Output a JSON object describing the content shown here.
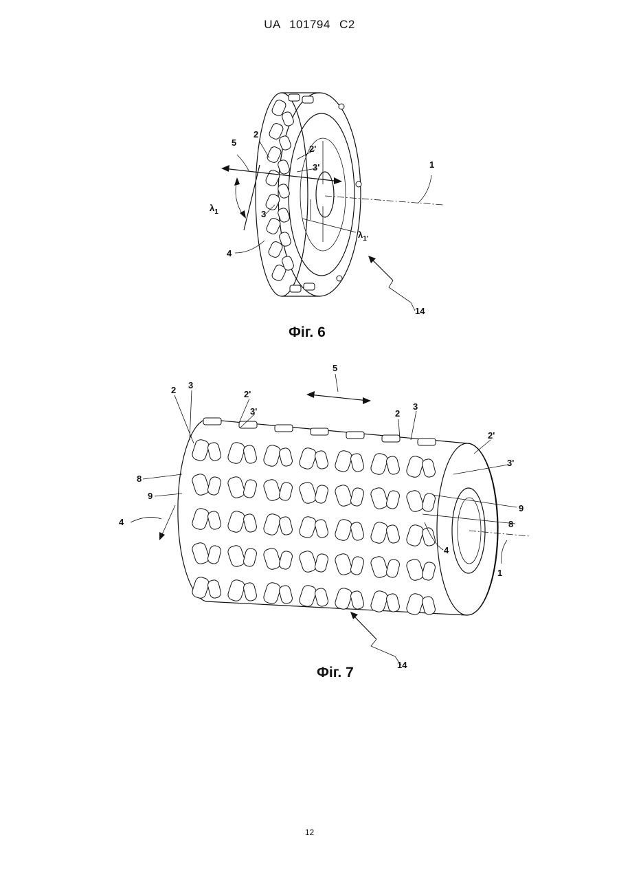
{
  "header": {
    "text": "UA   101794   C2"
  },
  "figures": [
    {
      "caption": "Фіг. 6",
      "labels": {
        "axis": "1",
        "tooth": "2",
        "tooth_prime": "2'",
        "holder": "3",
        "holder_prime": "3'",
        "recess": "4",
        "direction": "5",
        "angle": "λ",
        "angle_sub": "1",
        "angle_prime": "λ",
        "angle_prime_sub": "1'",
        "assembly": "14"
      }
    },
    {
      "caption": "Фіг. 7",
      "labels": {
        "axis": "1",
        "tooth_a": "2",
        "tooth_b": "2",
        "tooth_prime_a": "2'",
        "tooth_prime_b": "2'",
        "holder_a": "3",
        "holder_b": "3",
        "holder_prime_a": "3'",
        "holder_prime_b": "3'",
        "recess_a": "4",
        "recess_b": "4",
        "direction": "5",
        "part8_a": "8",
        "part8_b": "8",
        "part9_a": "9",
        "part9_b": "9",
        "assembly": "14"
      }
    }
  ],
  "page_number": "12"
}
